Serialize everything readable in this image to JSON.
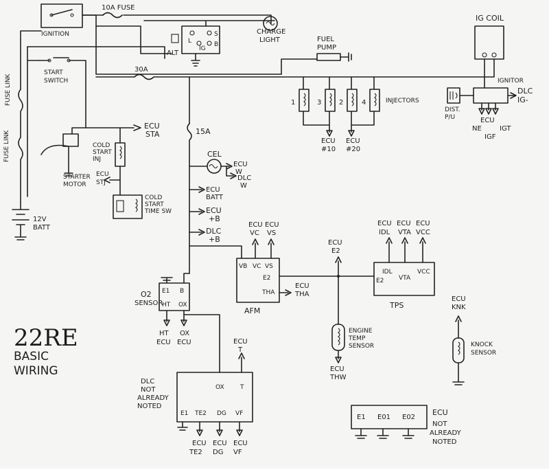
{
  "title": {
    "line1": "22RE",
    "line2": "BASIC",
    "line3": "WIRING"
  },
  "top": {
    "ignition": "IGNITION",
    "fuse_10a": "10A FUSE",
    "charge_light": [
      "CHARGE",
      "LIGHT"
    ],
    "alt": "ALT",
    "alt_terms": [
      "L",
      "IG",
      "S",
      "B"
    ],
    "fuel_pump": [
      "FUEL",
      "PUMP"
    ],
    "fuse_30a": "30A",
    "ig_coil": "IG COIL",
    "start_switch": [
      "START",
      "SWITCH"
    ],
    "fuse_link_1": "FUSE LINK",
    "fuse_link_2": "FUSE LINK"
  },
  "injectors": {
    "numbers": [
      "1",
      "3",
      "2",
      "4"
    ],
    "label": "INJECTORS",
    "ecu10": [
      "ECU",
      "#10"
    ],
    "ecu20": [
      "ECU",
      "#20"
    ]
  },
  "ignitor": {
    "label": "IGNITOR",
    "dlc": [
      "DLC",
      "IG-"
    ],
    "dist": [
      "DIST.",
      "P/U"
    ],
    "ecu": "ECU",
    "ne": "NE",
    "igt": "IGT",
    "igf": "IGF"
  },
  "left": {
    "starter": [
      "STARTER",
      "MOTOR"
    ],
    "battery": [
      "12V",
      "BATT"
    ],
    "ecu_sta": [
      "ECU",
      "STA"
    ],
    "cold_start_inj": [
      "COLD",
      "START",
      "INJ"
    ],
    "ecu_stj": [
      "ECU",
      "STJ"
    ],
    "cold_start_sw": [
      "COLD",
      "START",
      "TIME SW"
    ]
  },
  "center": {
    "fuse_15a": "15A",
    "cel": "CEL",
    "ecu_w": [
      "ECU",
      "W"
    ],
    "dlc_w": [
      "DLC",
      "W"
    ],
    "ecu_batt": [
      "ECU",
      "BATT"
    ],
    "ecu_b1": [
      "ECU",
      "+B"
    ],
    "dlc_b": [
      "DLC",
      "+B"
    ]
  },
  "afm": {
    "label": "AFM",
    "ecu_vc": [
      "ECU",
      "VC"
    ],
    "ecu_vs": [
      "ECU",
      "VS"
    ],
    "pins": [
      "VB",
      "VC",
      "VS"
    ],
    "e2": "E2",
    "tha": "THA",
    "ecu_tha": [
      "ECU",
      "THA"
    ]
  },
  "ecu_e2": [
    "ECU",
    "E2"
  ],
  "tps": {
    "label": "TPS",
    "tops": [
      [
        "ECU",
        "IDL"
      ],
      [
        "ECU",
        "VTA"
      ],
      [
        "ECU",
        "VCC"
      ]
    ],
    "pins": [
      "IDL",
      "VTA",
      "VCC"
    ],
    "e2": "E2"
  },
  "thw": {
    "sensor": [
      "ENGINE",
      "TEMP",
      "SENSOR"
    ],
    "ecu": [
      "ECU",
      "THW"
    ]
  },
  "knock": {
    "ecu": [
      "ECU",
      "KNK"
    ],
    "sensor": [
      "KNOCK",
      "SENSOR"
    ]
  },
  "o2": {
    "label": [
      "O2",
      "SENSOR"
    ],
    "pins": [
      "E1",
      "B",
      "HT",
      "OX"
    ],
    "bottom": [
      [
        "HT",
        "ECU"
      ],
      [
        "OX",
        "ECU"
      ]
    ]
  },
  "dlc_box": {
    "note": [
      "DLC",
      "NOT",
      "ALREADY",
      "NOTED"
    ],
    "pins_top": [
      "OX",
      "T"
    ],
    "ecu_t": [
      "ECU",
      "T"
    ],
    "pins_bottom": [
      "E1",
      "TE2",
      "DG",
      "VF"
    ],
    "bottom": [
      [
        "ECU",
        "TE2"
      ],
      [
        "ECU",
        "DG"
      ],
      [
        "ECU",
        "VF"
      ]
    ]
  },
  "ecu_box": {
    "pins": [
      "E1",
      "E01",
      "E02"
    ],
    "note": [
      "ECU",
      "NOT",
      "ALREADY",
      "NOTED"
    ]
  }
}
